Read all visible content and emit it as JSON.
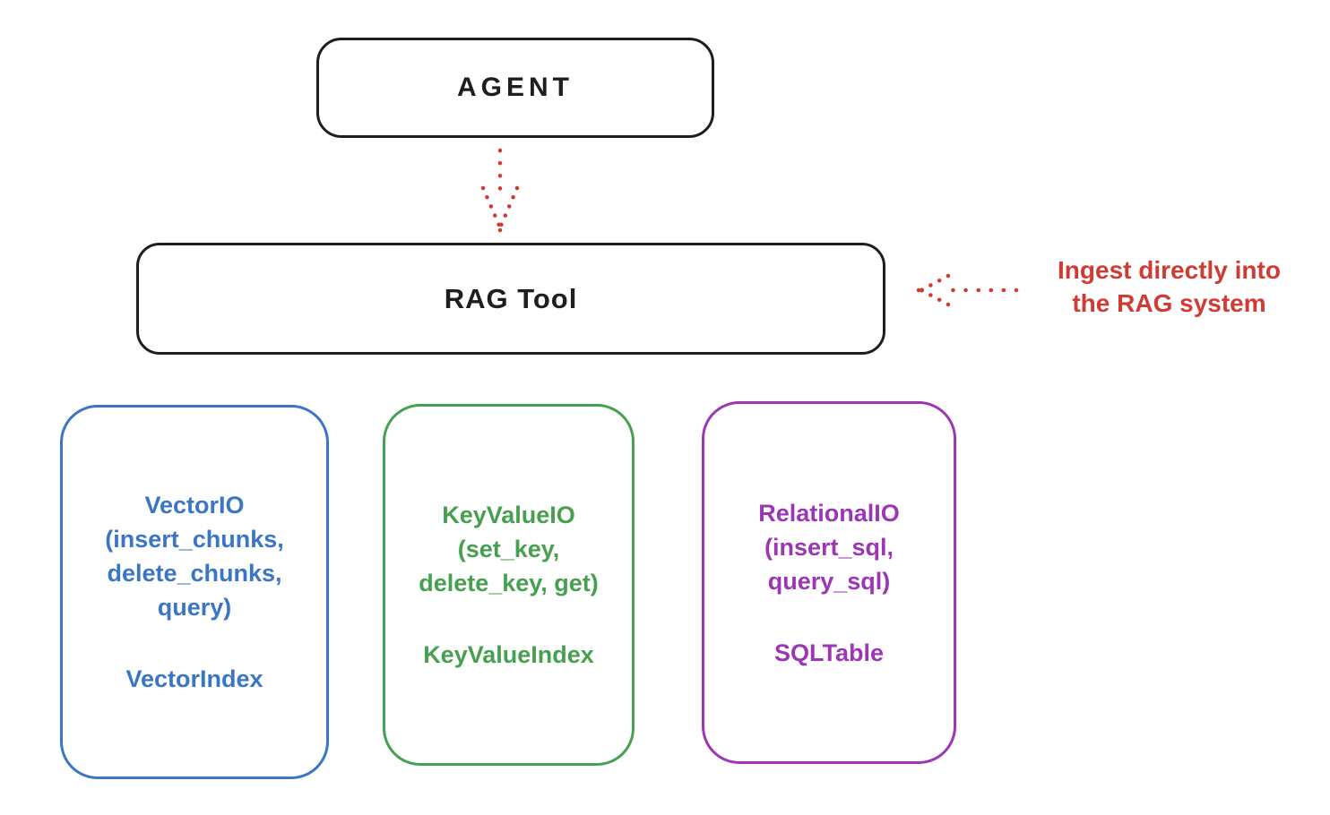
{
  "colors": {
    "stroke": "#1e1e1e",
    "red": "#d03b33",
    "blue": "#3a76c4",
    "green": "#47a04f",
    "purple": "#9c36b5"
  },
  "agent": {
    "label": "AGENT"
  },
  "rag": {
    "label": "RAG Tool"
  },
  "annotation": {
    "line1": "Ingest directly into",
    "line2": "the RAG system"
  },
  "boxes": [
    {
      "id": "vector-io",
      "lines": [
        "VectorIO",
        "(insert_chunks,",
        "delete_chunks,",
        "query)"
      ],
      "index_label": "VectorIndex",
      "color": "#3a76c4"
    },
    {
      "id": "keyvalue-io",
      "lines": [
        "KeyValueIO",
        "(set_key,",
        "delete_key, get)"
      ],
      "index_label": "KeyValueIndex",
      "color": "#47a04f"
    },
    {
      "id": "relational-io",
      "lines": [
        "RelationalIO",
        "(insert_sql,",
        "query_sql)"
      ],
      "index_label": "SQLTable",
      "color": "#9c36b5"
    }
  ]
}
